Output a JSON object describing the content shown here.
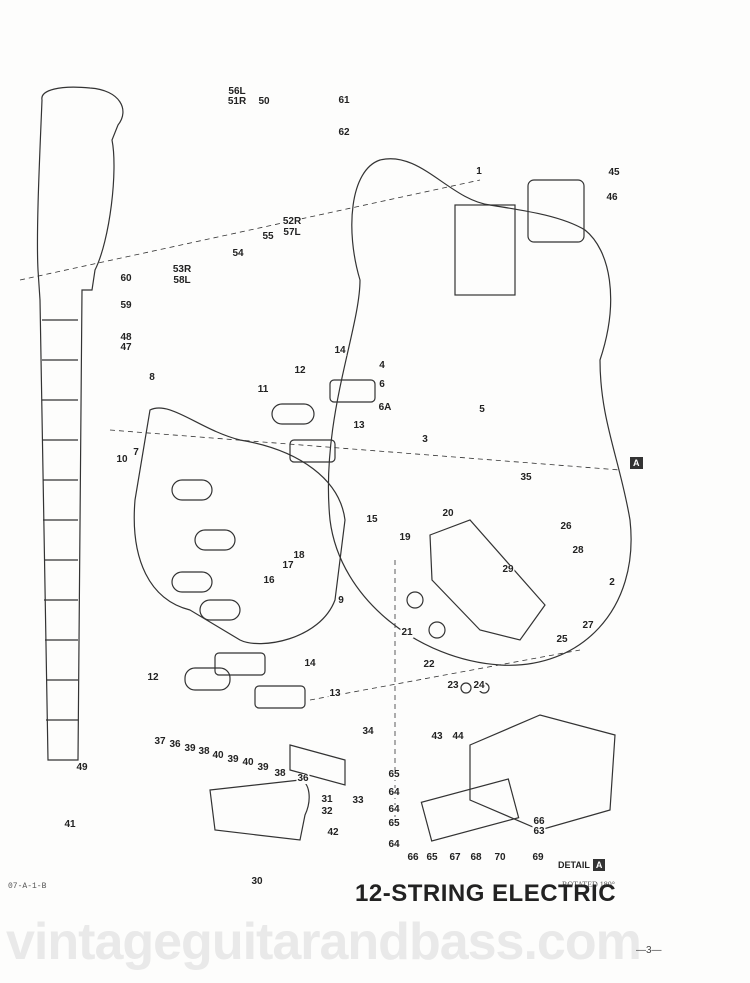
{
  "title": "12-STRING ELECTRIC",
  "document_code": "07-A-1-B",
  "watermark": "vintageguitarandbass.com",
  "page_number": "—3—",
  "detail_label": "DETAIL",
  "detail_badge": "A",
  "body_badge": "A",
  "rotated_note": "ROTATED 180°",
  "callouts": [
    "56L",
    "51R",
    "50",
    "61",
    "62",
    "1",
    "45",
    "46",
    "52R",
    "57L",
    "55",
    "54",
    "53R",
    "58L",
    "60",
    "59",
    "48",
    "47",
    "8",
    "14",
    "12",
    "11",
    "4",
    "6",
    "6A",
    "5",
    "13",
    "3",
    "10",
    "7",
    "35",
    "20",
    "26",
    "19",
    "28",
    "29",
    "15",
    "18",
    "17",
    "16",
    "2",
    "9",
    "21",
    "27",
    "25",
    "22",
    "23",
    "24",
    "14",
    "12",
    "13",
    "34",
    "43",
    "44",
    "49",
    "33",
    "31",
    "32",
    "41",
    "42",
    "30",
    "65",
    "64",
    "64",
    "65",
    "64",
    "66",
    "65",
    "67",
    "68",
    "70",
    "69",
    "66",
    "63",
    "37",
    "36",
    "39",
    "38",
    "40",
    "39",
    "40",
    "39",
    "38",
    "36"
  ]
}
